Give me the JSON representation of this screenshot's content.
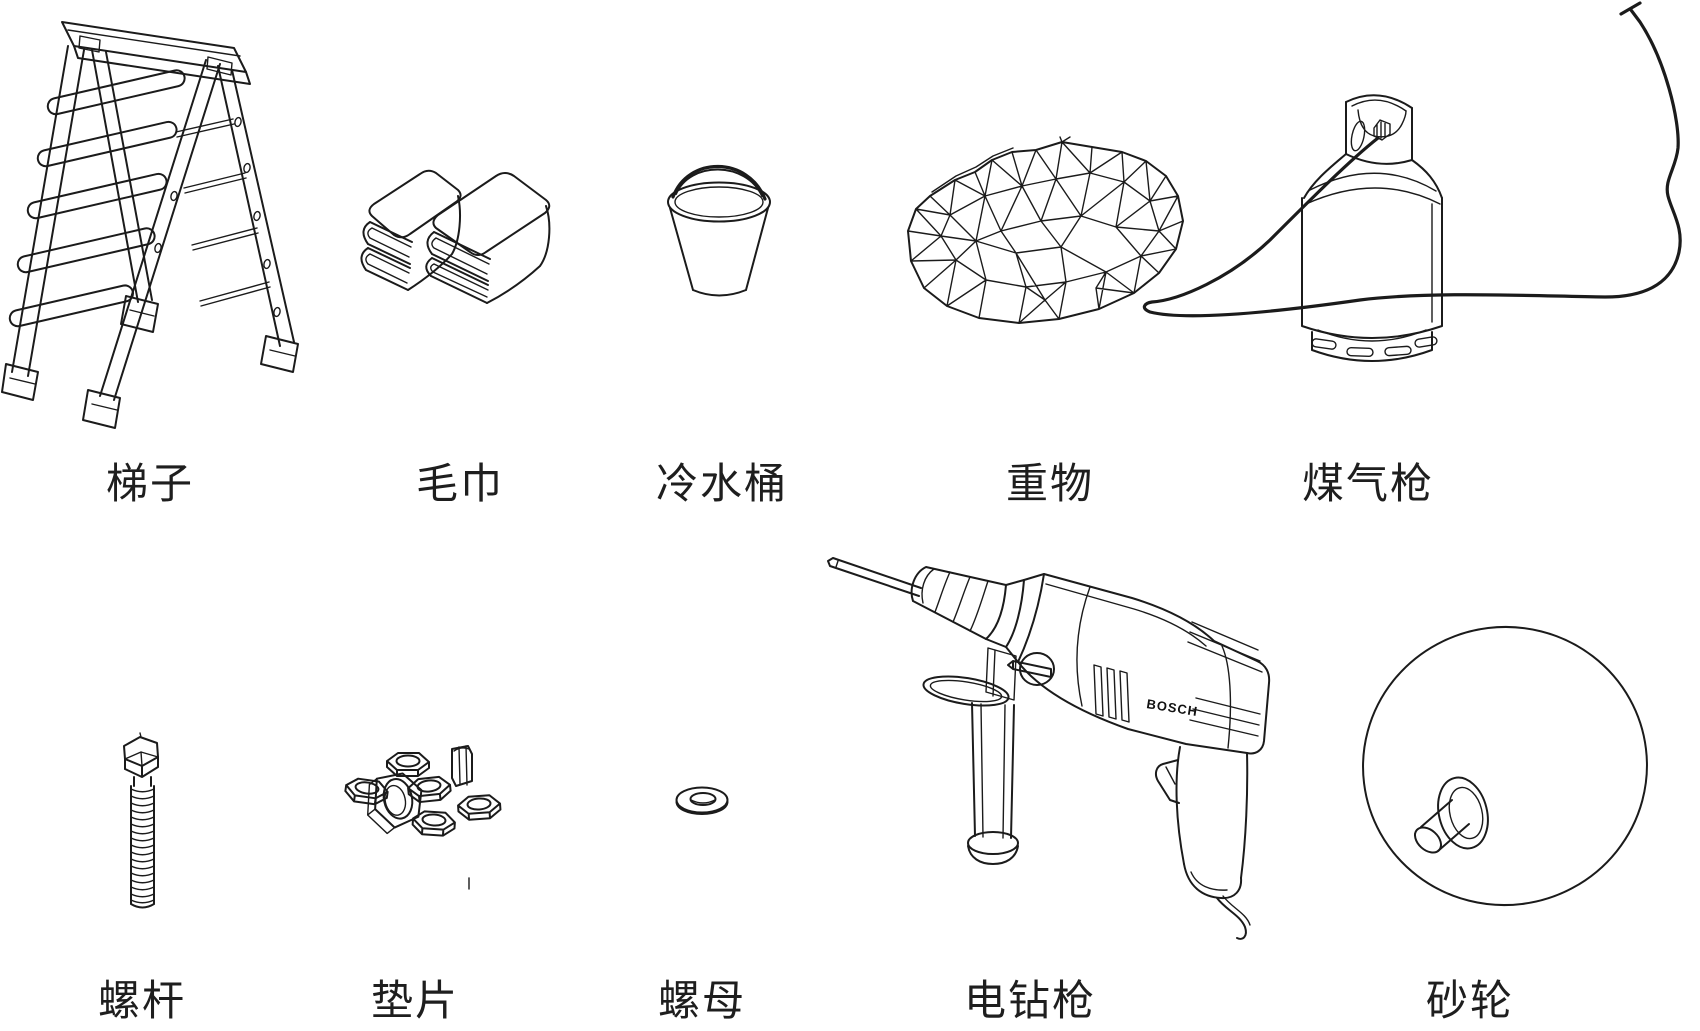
{
  "figure": {
    "background": "#ffffff",
    "stroke_color": "#1b1b1b",
    "label_color": "#1e1e1e"
  },
  "items": [
    {
      "id": "ladder",
      "label": "梯子",
      "icon": "ladder-illustration"
    },
    {
      "id": "towels",
      "label": "毛巾",
      "icon": "towels-illustration"
    },
    {
      "id": "bucket",
      "label": "冷水桶",
      "icon": "bucket-illustration"
    },
    {
      "id": "rock",
      "label": "重物",
      "icon": "rock-illustration"
    },
    {
      "id": "gas-cylinder",
      "label": "煤气枪",
      "icon": "gas-cylinder-illustration"
    },
    {
      "id": "bolt",
      "label": "螺杆",
      "icon": "bolt-illustration"
    },
    {
      "id": "nuts",
      "label": "垫片",
      "icon": "nuts-illustration"
    },
    {
      "id": "washer",
      "label": "螺母",
      "icon": "washer-illustration"
    },
    {
      "id": "drill",
      "label": "电钻枪",
      "icon": "drill-illustration"
    },
    {
      "id": "grinding-wheel",
      "label": "砂轮",
      "icon": "grinding-wheel-illustration"
    }
  ],
  "drill": {
    "brand_label": "BOSCH"
  }
}
